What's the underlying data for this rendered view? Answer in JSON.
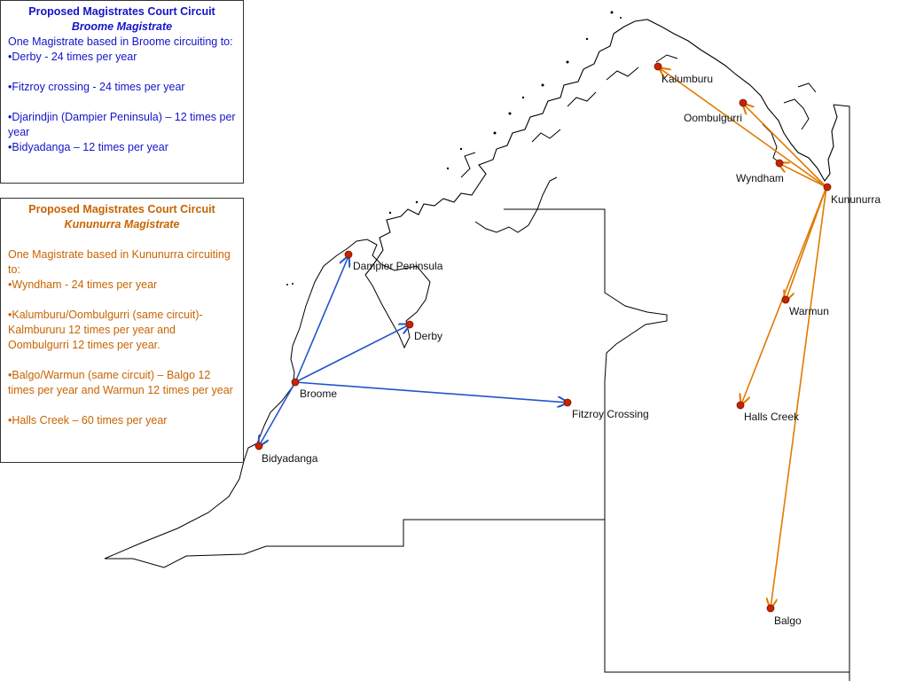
{
  "broome_box": {
    "title": "Proposed Magistrates Court Circuit",
    "subtitle": "Broome Magistrate",
    "intro": "One Magistrate based in Broome circuiting to:",
    "items": [
      "•Derby - 24 times per year",
      "•Fitzroy crossing - 24 times per year",
      "•Djarindjin (Dampier Peninsula) – 12 times per year",
      "•Bidyadanga – 12 times per year"
    ]
  },
  "kununurra_box": {
    "title": "Proposed Magistrates Court Circuit",
    "subtitle": "Kununurra Magistrate",
    "intro": "One Magistrate based in Kununurra circuiting to:",
    "items": [
      "•Wyndham - 24 times per year",
      "•Kalumburu/Oombulgurri (same circuit)- Kalmbururu 12 times per year and Oombulgurri 12 times per year.",
      "•Balgo/Warmun (same circuit) – Balgo 12 times per year and Warmun 12 times per year",
      "•Halls Creek – 60 times per year"
    ]
  },
  "places": {
    "dampier": "Dampier Peninsula",
    "derby": "Derby",
    "broome": "Broome",
    "fitzroy": "Fitzroy Crossing",
    "bidyadanga": "Bidyadanga",
    "kalumburu": "Kalumburu",
    "oombulgurri": "Oombulgurri",
    "wyndham": "Wyndham",
    "kununurra": "Kununurra",
    "warmun": "Warmun",
    "halls_creek": "Halls Creek",
    "balgo": "Balgo"
  },
  "colors": {
    "broome_route": "#2255cc",
    "kununurra_route": "#e07a00",
    "marker": "#cc2200",
    "broome_text": "#1414c8",
    "kununurra_text": "#c86400"
  }
}
